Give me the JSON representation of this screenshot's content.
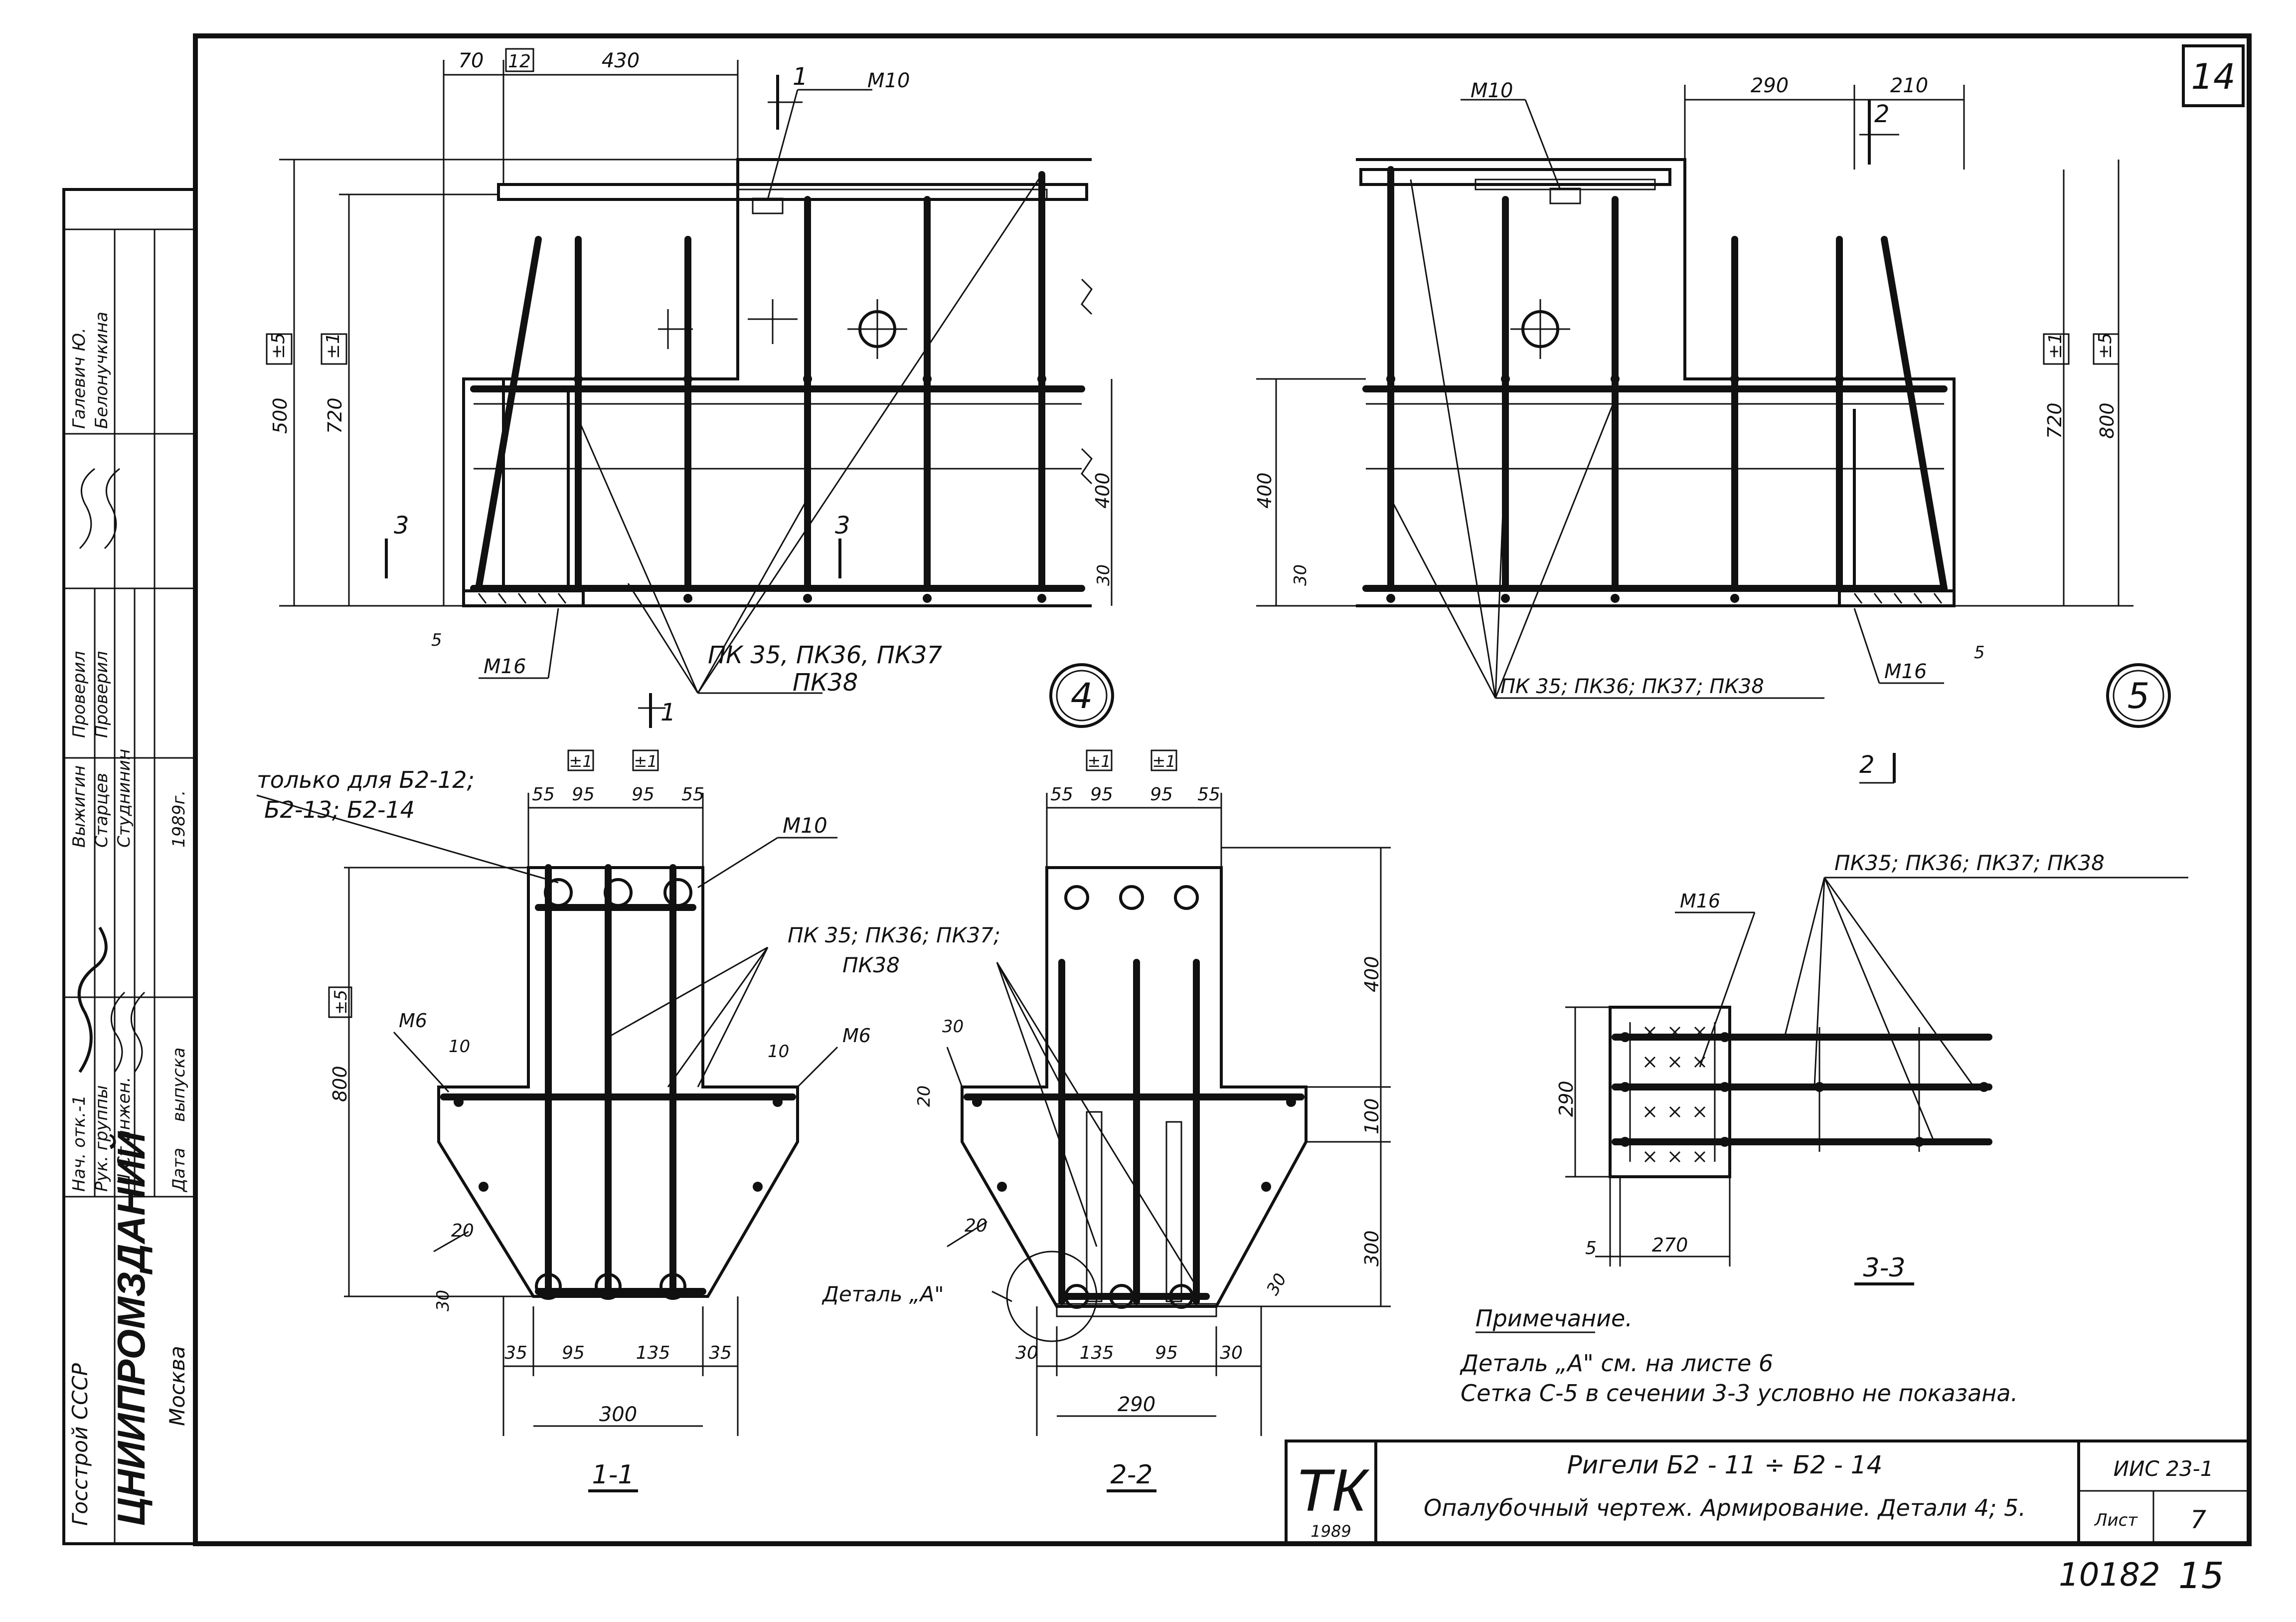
{
  "sheet": {
    "sheet_number_top": "14",
    "catalog_number": "10182",
    "page_number": "15"
  },
  "title_block": {
    "code": "ТК",
    "year": "1989",
    "title_line1": "Ригели  Б2 - 11 ÷ Б2 - 14",
    "title_line2": "Опалубочный чертеж. Армирование. Детали 4; 5.",
    "series": "ИИС 23-1",
    "sheet_label": "Лист",
    "sheet_value": "7"
  },
  "side_stamp": {
    "org_top": "Госстрой  СССР",
    "org_name": "ЦНИИПРОМЗДАНИЙ",
    "city": "Москва",
    "rows": [
      {
        "role": "Нач. отк.-1",
        "name": "Выжигин"
      },
      {
        "role": "Рук. группы",
        "name": "Старцев"
      },
      {
        "role": "Ш.Ст.инжен.",
        "name": "Студнинин"
      }
    ],
    "date_label": "Дата",
    "date_value": "выпуска",
    "year": "1989г.",
    "checked": [
      "Проверил",
      "Проверил"
    ],
    "names_right": [
      "Галевич Ю.",
      "Белонучкина"
    ]
  },
  "detail4": {
    "label": "4",
    "dims_top": [
      "70",
      "12",
      "430"
    ],
    "dims_left": [
      "±5",
      "±1",
      "500",
      "720"
    ],
    "dim_400": "400",
    "dim_30": "30",
    "dim_5": "5",
    "m10": "М10",
    "m16": "М16",
    "cut1": "1",
    "cut3": "3",
    "pk_line1": "ПК 35, ПК36, ПК37",
    "pk_line2": "ПК38"
  },
  "detail5": {
    "label": "5",
    "dims_top": [
      "290",
      "210"
    ],
    "dims_right": [
      "±1",
      "±5",
      "720",
      "800"
    ],
    "dim_400": "400",
    "dim_30": "30",
    "dim_5": "5",
    "m10": "М10",
    "m16": "М16",
    "cut2": "2",
    "pk_line": "ПК 35; ПК36; ПК37; ПК38"
  },
  "section11": {
    "title": "1-1",
    "note_only": "только для Б2-12;",
    "note_only2": "Б2-13; Б2-14",
    "top_dims": [
      "55",
      "95",
      "95",
      "55"
    ],
    "tol": [
      "±1",
      "±1"
    ],
    "m10": "М10",
    "m6_left": "М6",
    "m6_right": "М6",
    "d10_left": "10",
    "d10_right": "10",
    "pk_line1": "ПК 35; ПК36; ПК37;",
    "pk_line2": "ПК38",
    "dim_800": "800",
    "tol5": "±5",
    "dim_20": "20",
    "dim_30": "30",
    "bottom_dims": [
      "35",
      "95",
      "135",
      "35"
    ],
    "width": "300"
  },
  "section22": {
    "title": "2-2",
    "top_dims": [
      "55",
      "95",
      "95",
      "55"
    ],
    "tol": [
      "±1",
      "±1"
    ],
    "dim_30": "30",
    "dim_20a": "20",
    "dim_20b": "20",
    "detail_a": "Деталь „А\"",
    "right_dims": [
      "400",
      "100",
      "300"
    ],
    "dim_30b": "30",
    "bottom_dims": [
      "30",
      "135",
      "95",
      "30"
    ],
    "width": "290"
  },
  "section33": {
    "title": "3-3",
    "pk_line": "ПК35;  ПК36;  ПК37;  ПК38",
    "m16": "М16",
    "dim_290": "290",
    "dim_5": "5",
    "dim_270": "270"
  },
  "note": {
    "title": "Примечание.",
    "line1": "Деталь „А\" см. на листе 6",
    "line2": "Сетка С-5 в сечении 3-3 условно не показана."
  }
}
